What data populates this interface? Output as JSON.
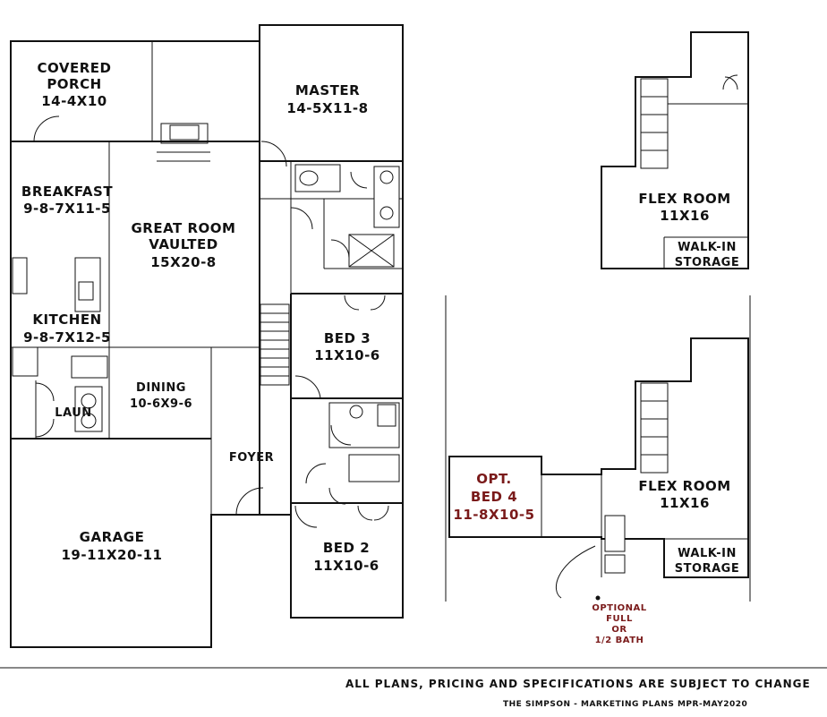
{
  "rooms": {
    "covered_porch": {
      "name_line1": "COVERED",
      "name_line2": "PORCH",
      "size": "14-4X10"
    },
    "master": {
      "name": "MASTER",
      "size": "14-5X11-8"
    },
    "breakfast": {
      "name": "BREAKFAST",
      "size": "9-8-7X11-5"
    },
    "great_room": {
      "name_line1": "GREAT ROOM",
      "name_line2": "VAULTED",
      "size": "15X20-8"
    },
    "kitchen": {
      "name": "KITCHEN",
      "size": "9-8-7X12-5"
    },
    "bed3": {
      "name": "BED 3",
      "size": "11X10-6"
    },
    "dining": {
      "name": "DINING",
      "size": "10-6X9-6"
    },
    "laun": {
      "name": "LAUN"
    },
    "foyer": {
      "name": "FOYER"
    },
    "garage": {
      "name": "GARAGE",
      "size": "19-11X20-11"
    },
    "bed2": {
      "name": "BED 2",
      "size": "11X10-6"
    }
  },
  "upper_plan": {
    "flex_room": {
      "name": "FLEX ROOM",
      "size": "11X16"
    },
    "walk_in": {
      "line1": "WALK-IN",
      "line2": "STORAGE"
    }
  },
  "upper_plan_option": {
    "opt_bed": {
      "line1": "OPT.",
      "line2": "BED 4",
      "size": "11-8X10-5"
    },
    "flex_room": {
      "name": "FLEX ROOM",
      "size": "11X16"
    },
    "walk_in": {
      "line1": "WALK-IN",
      "line2": "STORAGE"
    },
    "bath_note": {
      "line1": "OPTIONAL",
      "line2": "FULL",
      "line3": "OR",
      "line4": "1/2 BATH"
    }
  },
  "footer": {
    "disclaimer": "ALL PLANS, PRICING AND SPECIFICATIONS ARE SUBJECT TO CHANGE",
    "credit": "THE SIMPSON - MARKETING PLANS MPR-MAY2020"
  },
  "colors": {
    "ink": "#111111",
    "option_red": "#7a1a1a"
  }
}
